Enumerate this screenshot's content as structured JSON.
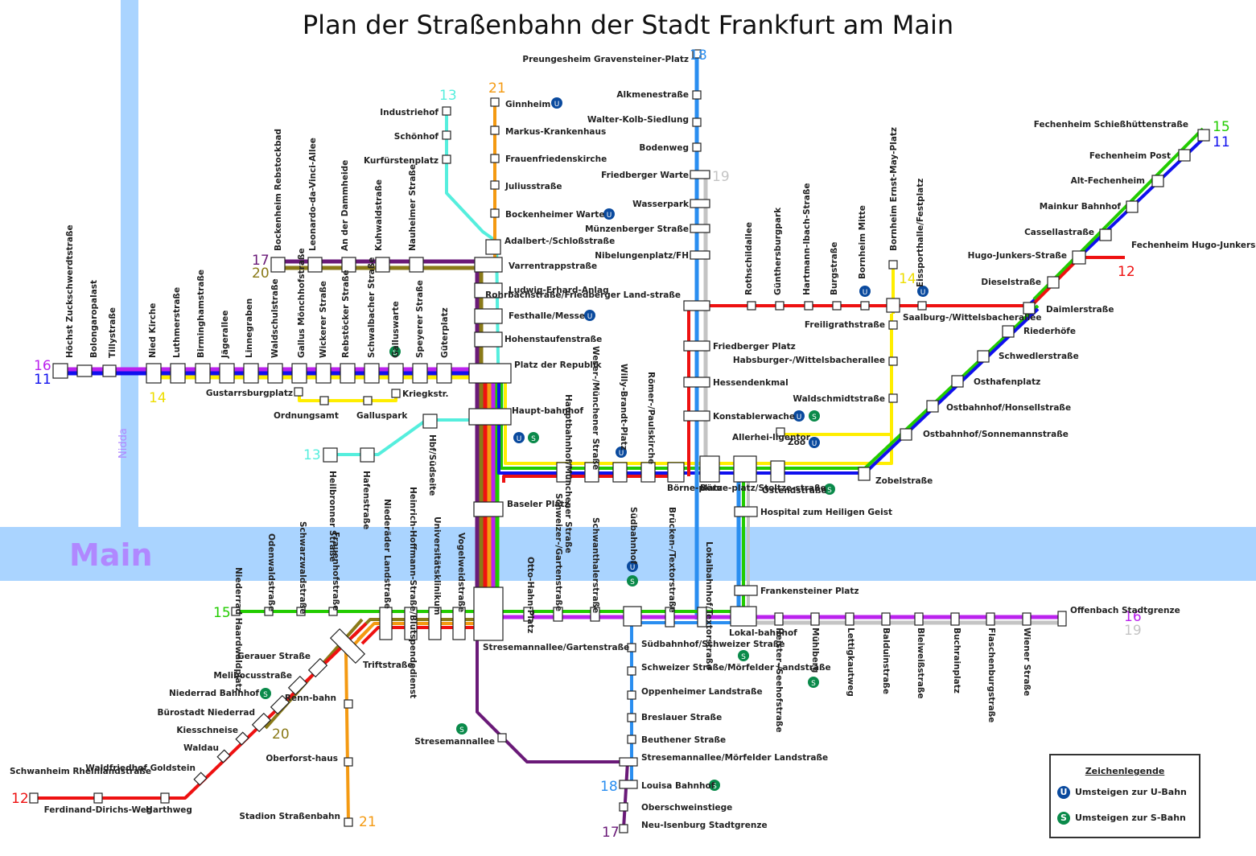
{
  "title": "Plan der Straßenbahn der Stadt Frankfurt am Main",
  "rivers": {
    "main": "Main",
    "nidda": "Nidda"
  },
  "colors": {
    "L11": "#1010ee",
    "L12": "#ee1111",
    "L14": "#ffee00",
    "L15": "#22cc00",
    "L16": "#bb22ee",
    "L17": "#6a1a78",
    "L18": "#2a8ef0",
    "L19": "#c4c4c4",
    "L20": "#8a7a18",
    "L21": "#f49a12",
    "L13": "#55eedd",
    "river": "#aad4ff",
    "ubahn": "#0a4a9e",
    "sbahn": "#0a8a4a"
  },
  "lines": [
    {
      "id": "16",
      "color": "#bb22ee"
    },
    {
      "id": "11",
      "color": "#1010ee"
    },
    {
      "id": "14",
      "color": "#ffee00"
    },
    {
      "id": "17",
      "color": "#6a1a78"
    },
    {
      "id": "20",
      "color": "#8a7a18"
    },
    {
      "id": "13",
      "color": "#55eedd"
    },
    {
      "id": "21",
      "color": "#f49a12"
    },
    {
      "id": "18",
      "color": "#2a8ef0"
    },
    {
      "id": "19",
      "color": "#c4c4c4"
    },
    {
      "id": "15",
      "color": "#22cc00"
    },
    {
      "id": "12",
      "color": "#ee1111"
    }
  ],
  "line_labels": [
    {
      "text": "16",
      "color": "#bb22ee"
    },
    {
      "text": "11",
      "color": "#1010ee"
    },
    {
      "text": "14",
      "color": "#eedd00"
    },
    {
      "text": "17",
      "color": "#6a1a78"
    },
    {
      "text": "20",
      "color": "#8a7a18"
    },
    {
      "text": "13",
      "color": "#55eedd"
    },
    {
      "text": "21",
      "color": "#f49a12"
    },
    {
      "text": "18",
      "color": "#2a8ef0"
    },
    {
      "text": "19",
      "color": "#c4c4c4"
    },
    {
      "text": "15",
      "color": "#22cc00"
    },
    {
      "text": "11",
      "color": "#1010ee"
    },
    {
      "text": "12",
      "color": "#ee1111"
    },
    {
      "text": "14",
      "color": "#eedd00"
    },
    {
      "text": "13",
      "color": "#55eedd"
    },
    {
      "text": "15",
      "color": "#22cc00"
    },
    {
      "text": "16",
      "color": "#bb22ee"
    },
    {
      "text": "19",
      "color": "#c4c4c4"
    },
    {
      "text": "20",
      "color": "#8a7a18"
    },
    {
      "text": "12",
      "color": "#ee1111"
    },
    {
      "text": "21",
      "color": "#f49a12"
    },
    {
      "text": "18",
      "color": "#2a8ef0"
    },
    {
      "text": "17",
      "color": "#6a1a78"
    }
  ],
  "stations": [
    "Höchst Zuckschwerdtstraße",
    "Bolongaropalast",
    "Tillystraße",
    "Nied Kirche",
    "Luthmerstraße",
    "Birminghamstraße",
    "Jägerallee",
    "Linnegraben",
    "Waldschulstraße",
    "Gallus Mönchhofstraße",
    "Wickerer Straße",
    "Rebstöcker Straße",
    "Schwalbacher Straße",
    "Galluswarte",
    "Speyerer Straße",
    "Güterplatz",
    "Platz der Republik",
    "Gustarrsburgplatz",
    "Ordnungsamt",
    "Galluspark",
    "Kriegkstr.",
    "Bockenheim Rebstockbad",
    "Leonardo-da-Vinci-Allee",
    "An der Dammheide",
    "Kuhwaldstraße",
    "Nauheimer Straße",
    "Varrentrappstraße",
    "Ludwig-Erhard-Anlag",
    "Festhalle/Messe",
    "Hohenstaufenstraße",
    "Adalbert-/Schloßstraße",
    "Industriehof",
    "Schönhof",
    "Kurfürstenplatz",
    "Ginnheim",
    "Markus-Krankenhaus",
    "Frauenfriedenskirche",
    "Juliusstraße",
    "Bockenheimer Warte",
    "Haupt-bahnhof",
    "Hbf/Südseite",
    "Heilbronner Straße",
    "Hafenstraße",
    "Baseler Platz",
    "Hauptbahnhof/Münchener Straße",
    "Weser-/Münchener Straße",
    "Willy-Brandt-Platz",
    "Römer-/Paulskirche",
    "Börne-platz",
    "Börne-platz/Stoltze-straße",
    "Allerhei-ligentor",
    "Ostendstraße",
    "Zoo",
    "Hospital zum Heiligen Geist",
    "Frankensteiner Platz",
    "Lokal-bahnhof",
    "Preungesheim Gravensteiner-Platz",
    "Alkmenestraße",
    "Walter-Kolb-Siedlung",
    "Bodenweg",
    "Friedberger Warte",
    "Wasserpark",
    "Münzenberger Straße",
    "Nibelungenplatz/FH",
    "Rohrbachstraße/Friedberger Land-straße",
    "Friedberger Platz",
    "Hessendenkmal",
    "Konstablerwache",
    "Rothschildallee",
    "Günthersburgpark",
    "Hartmann-Ibach-Straße",
    "Burgstraße",
    "Bornheim Mitte",
    "Bornheim Ernst-May-Platz",
    "Eissporthalle/Festplatz",
    "Saalburg-/Wittelsbacherallee",
    "Freiligrathstraße",
    "Habsburger-/Wittelsbacherallee",
    "Waldschmidtstraße",
    "Fechenheim Schießhüttenstraße",
    "Fechenheim Post",
    "Alt-Fechenheim",
    "Mainkur Bahnhof",
    "Cassellastraße",
    "Hugo-Junkers-Straße",
    "Fechenheim Hugo-Junkers-Straße Schleife",
    "Dieselstraße",
    "Daimlerstraße",
    "Riederhöfe",
    "Schwedlerstraße",
    "Osthafenplatz",
    "Ostbahnhof/Honsellstraße",
    "Ostbahnhof/Sonnemannstraße",
    "Zobelstraße",
    "Niederrad Haardwaldplatz",
    "Odenwaldstraße",
    "Schwarzwaldstraße",
    "Frauenhofstraße",
    "Niederäder Landstraße",
    "Heinrich-Hoffmann-Straße/Blutspendedienst",
    "Universitätsklinikum",
    "Vogelweidstraße",
    "Stresemannallee/Gartenstraße",
    "Otto-Hahn-Platz",
    "Schweizer-/Gartenstraße",
    "Schwanthalerstraße",
    "Südbahnhof",
    "Brücken-/Textorstraße",
    "Lokalbahnhof/Textorstraße",
    "Heister-/Seehofstraße",
    "Mühlberg",
    "Lettigkautweg",
    "Balduinstraße",
    "Bleiweißstraße",
    "Buchrainplatz",
    "Flaschenburgstraße",
    "Wiener Straße",
    "Offenbach Stadtgrenze",
    "Triftstraße",
    "Gerauer Straße",
    "Melibocusstraße",
    "Niederrad Bahnhof",
    "Bürostadt Niederrad",
    "Kiesschneise",
    "Waldau",
    "Waldfriedhof Goldstein",
    "Schwanheim Rheinlandstraße",
    "Ferdinand-Dirichs-Weg",
    "Harthweg",
    "Renn-bahn",
    "Oberforst-haus",
    "Stadion Straßenbahn",
    "Stresemannallee",
    "Südbahnhof/Schweizer Straße",
    "Schweizer Straße/Mörfelder Landstraße",
    "Oppenheimer Landstraße",
    "Breslauer Straße",
    "Beuthener Straße",
    "Stresemannallee/Mörfelder Landstraße",
    "Louisa Bahnhof",
    "Oberschweinstiege",
    "Neu-Isenburg Stadtgrenze"
  ],
  "legend": {
    "title": "Zeichenlegende",
    "ubahn": "Umsteigen zur U-Bahn",
    "sbahn": "Umsteigen zur S-Bahn",
    "u": "U",
    "s": "S"
  }
}
